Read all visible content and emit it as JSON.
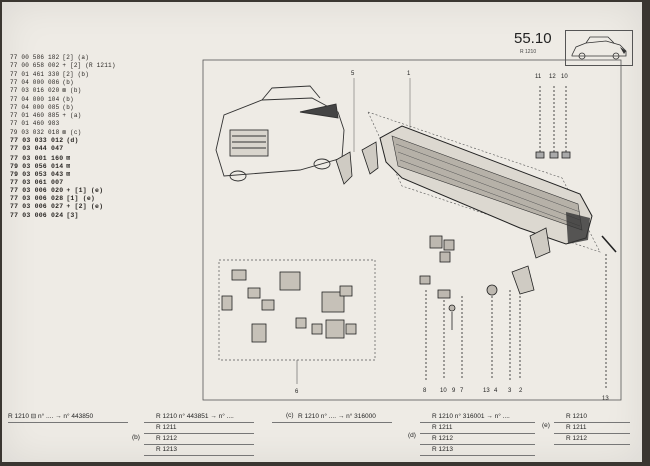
{
  "header": {
    "section": "55.10",
    "subtitle": "R 1210"
  },
  "parts_list": [
    {
      "pn": "77 00 586 182",
      "note": "[2] (a)"
    },
    {
      "pn": "77 00 658 002",
      "note": "+ [2] (R 1211)"
    },
    {
      "pn": "77 01 461 330",
      "note": "[2] (b)"
    },
    {
      "pn": "77 04 000 086",
      "note": "(b)"
    },
    {
      "pn": "77 03 016 020",
      "note": "⊠ (b)"
    },
    {
      "pn": "77 04 000 104",
      "note": "(b)"
    },
    {
      "pn": "77 04 000 085",
      "note": "(b)"
    },
    {
      "pn": "77 01 460 885",
      "note": "+ (a)"
    },
    {
      "pn": "77 01 460 983",
      "note": ""
    },
    {
      "pn": "79 03 032 018",
      "note": "⊠ (c)"
    },
    {
      "pn": "77 03 033 012",
      "note": "(d)"
    },
    {
      "pn": "77 03 044 047",
      "note": ""
    },
    {
      "pn": "77 03 001 160",
      "note": "⊠"
    },
    {
      "pn": "79 03 056 014",
      "note": "⊠"
    },
    {
      "pn": "79 03 053 043",
      "note": "⊠"
    },
    {
      "pn": "77 03 061 007",
      "note": ""
    },
    {
      "pn": "77 03 006 020",
      "note": "+ [1] (e)"
    },
    {
      "pn": "77 03 006 028",
      "note": "[1] (e)"
    },
    {
      "pn": "77 03 006 027",
      "note": "+ [2] (e)"
    },
    {
      "pn": "77 03 006 024",
      "note": "[3]"
    }
  ],
  "callouts": [
    "5",
    "1",
    "11",
    "12",
    "10",
    "6",
    "8",
    "10",
    "9",
    "7",
    "13",
    "4",
    "3",
    "2",
    "13"
  ],
  "footer": {
    "col1": {
      "model": "R 1210",
      "from": "n° ....",
      "to": "n° 443850"
    },
    "col2": {
      "tag": "(b)",
      "rows": [
        "R 1210  n° 443851 → n° ....",
        "R 1211",
        "R 1212",
        "R 1213"
      ]
    },
    "col3": {
      "tag": "(c)",
      "rows": [
        "R 1210  n° .... → n° 316000"
      ]
    },
    "col4": {
      "tag": "(d)",
      "rows": [
        "R 1210  n° 316001 → n° ....",
        "R 1211",
        "R 1212",
        "R 1213"
      ]
    },
    "col5": {
      "tag": "(e)",
      "rows": [
        "R 1210",
        "R 1211",
        "R 1212"
      ]
    }
  }
}
